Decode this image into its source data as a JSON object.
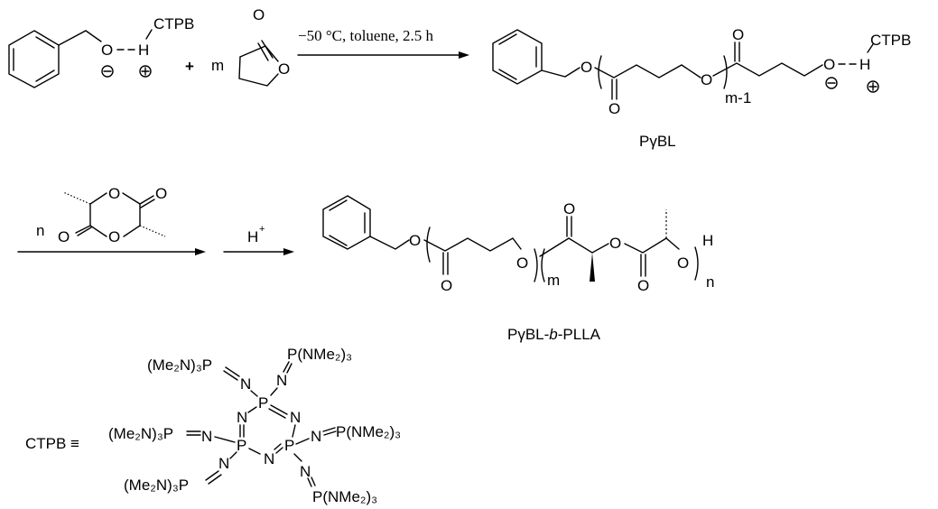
{
  "atoms": {
    "O": "O",
    "H": "H",
    "N": "N",
    "P": "P",
    "charge_minus": "−",
    "charge_plus": "+"
  },
  "reaction1": {
    "catalyst": "CTPB",
    "plus": "+",
    "coefficient": "m",
    "conditions": "−50 °C, toluene, 2.5 h",
    "product_label": "PγBL",
    "repeat_index": "m-1"
  },
  "reaction2": {
    "coefficient": "n",
    "acid": "H",
    "acid_charge": "+",
    "repeat_index_m": "m",
    "repeat_index_n": "n",
    "product_label_prefix": "PγBL-",
    "product_label_italic": "b",
    "product_label_suffix": "-PLLA"
  },
  "ctpb_definition": {
    "label": "CTPB ≡",
    "sub_left_top": "(Me₂N)₃P",
    "sub_right_top": "P(NMe₂)₃",
    "sub_left_mid": "(Me₂N)₃P",
    "sub_right_mid": "P(NMe₂)₃",
    "sub_left_bottom": "(Me₂N)₃P",
    "sub_right_bottom": "P(NMe₂)₃"
  }
}
